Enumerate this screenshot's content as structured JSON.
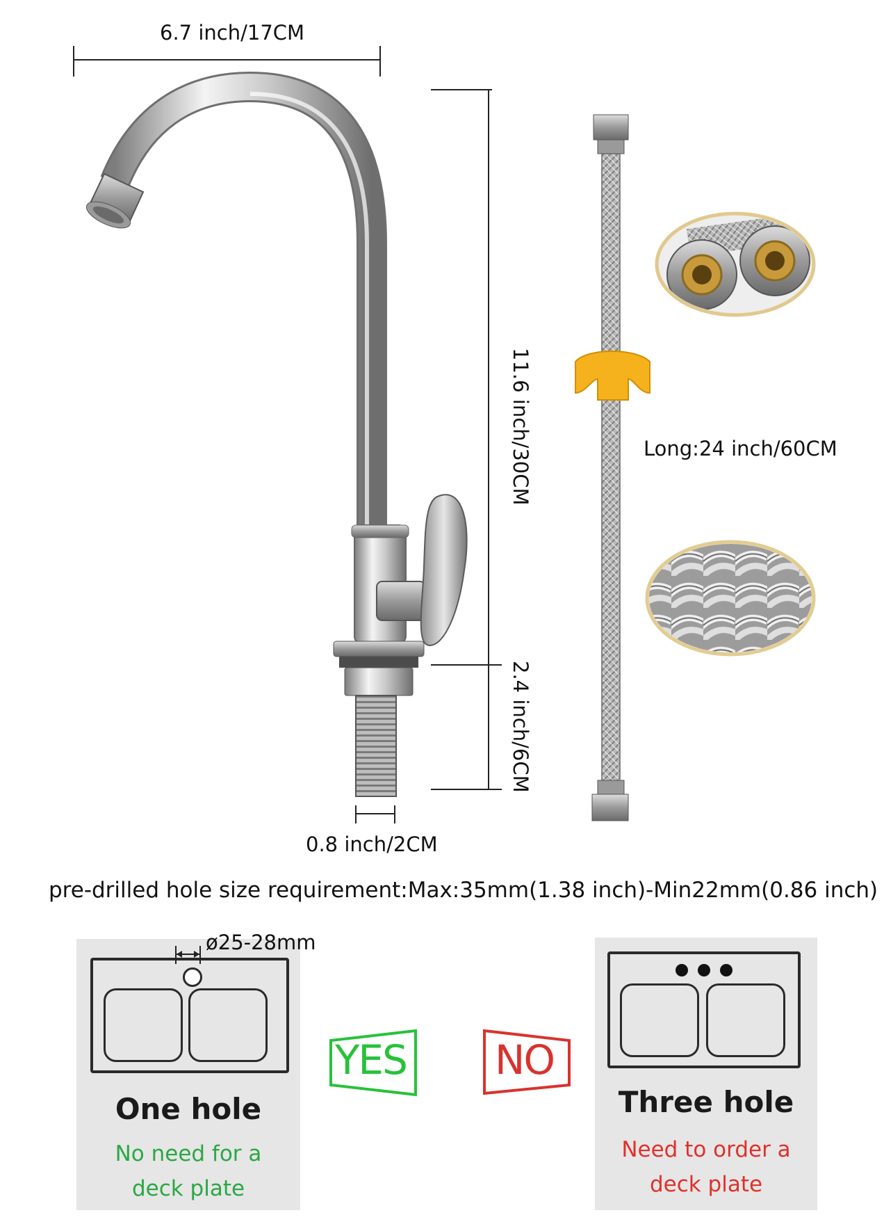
{
  "dimensions": {
    "width": "6.7 inch/17CM",
    "height": "11.6 inch/30CM",
    "base_height": "2.4 inch/6CM",
    "base_width": "0.8 inch/2CM",
    "hose_length": "Long:24 inch/60CM"
  },
  "hole_requirement": "pre-drilled hole size requirement:Max:35mm(1.38 inch)-Min22mm(0.86 inch)",
  "panels": {
    "one_hole": {
      "diameter": "ø25-28mm",
      "title": "One hole",
      "line1": "No need for a",
      "line2": "deck plate"
    },
    "three_hole": {
      "title": "Three hole",
      "line1": "Need to order a",
      "line2": "deck plate"
    }
  },
  "verdicts": {
    "yes": "YES",
    "no": "NO"
  },
  "colors": {
    "yes_green": "#27c23a",
    "no_red": "#d8332e",
    "sub_green": "#2aa844",
    "sub_red": "#e0312b",
    "hose_orange": "#f5b21c"
  }
}
